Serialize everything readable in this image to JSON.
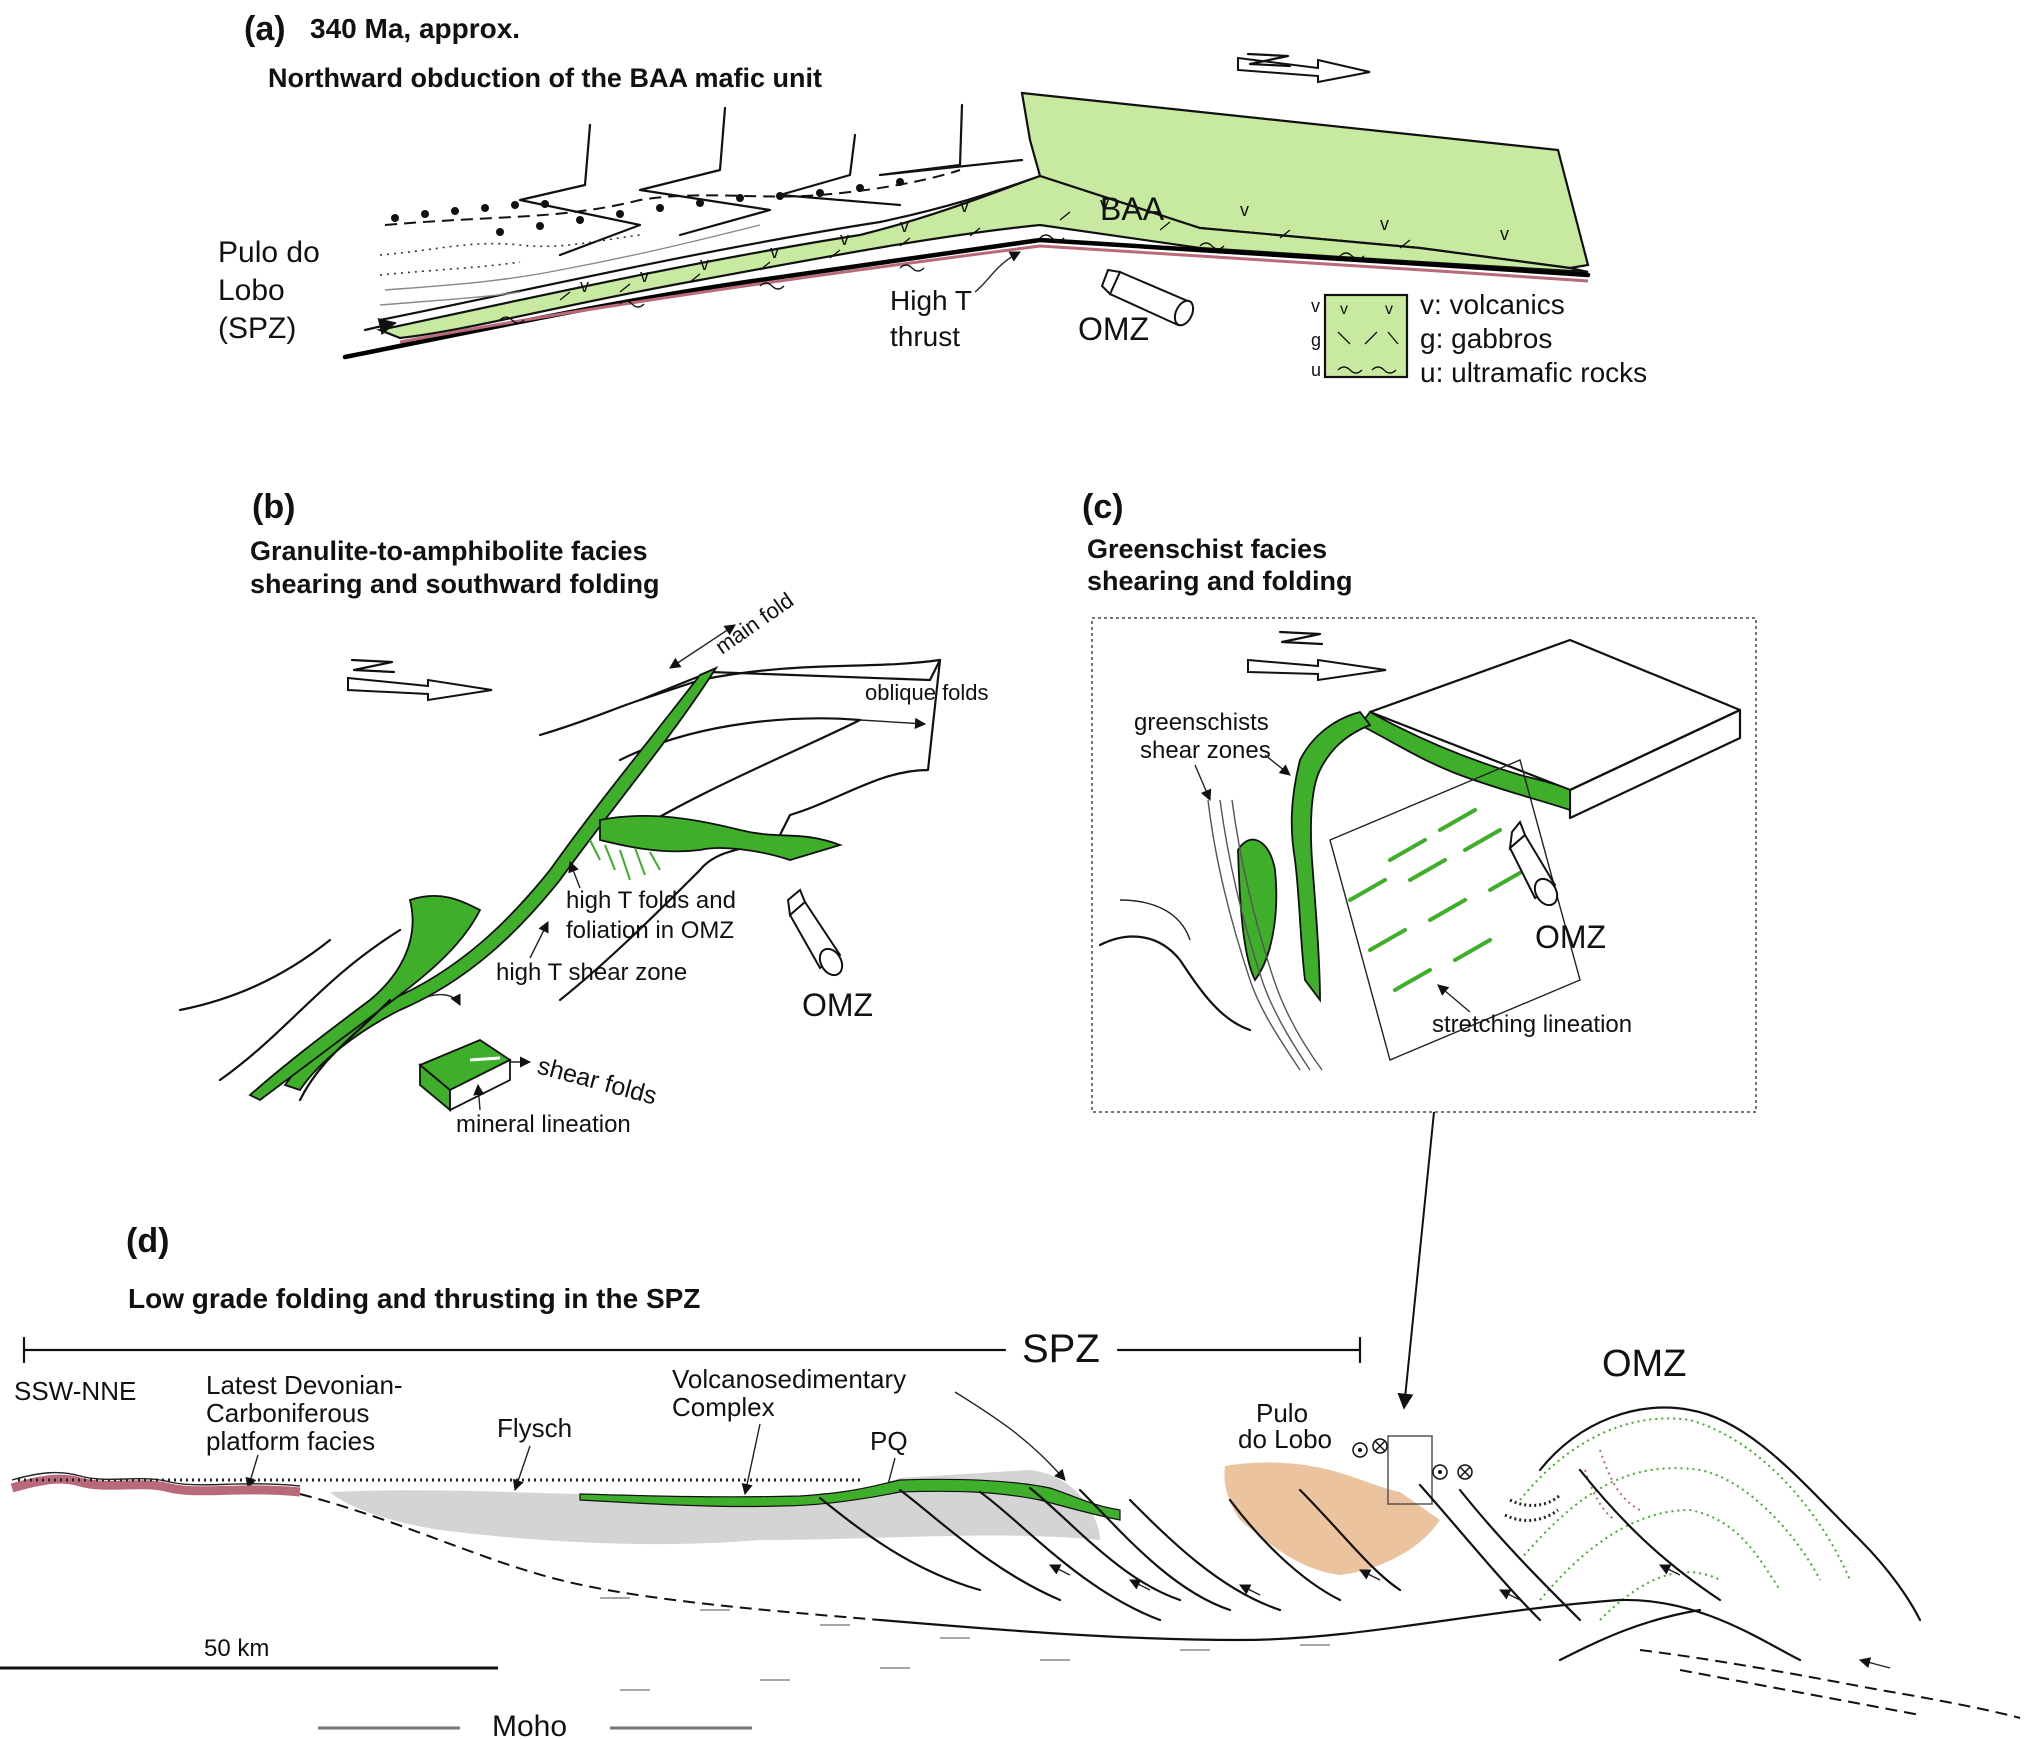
{
  "panel_a": {
    "letter": "(a)",
    "age": "340 Ma, approx.",
    "title": "Northward obduction of the BAA mafic unit",
    "label_baa": "BAA",
    "label_pulo_1": "Pulo do",
    "label_pulo_2": "Lobo",
    "label_pulo_3": "(SPZ)",
    "label_high_t_1": "High T",
    "label_high_t_2": "thrust",
    "label_omz": "OMZ",
    "legend": [
      {
        "code": "v",
        "text": "v: volcanics"
      },
      {
        "code": "g",
        "text": "g: gabbros"
      },
      {
        "code": "u",
        "text": "u: ultramafic rocks"
      }
    ]
  },
  "panel_b": {
    "letter": "(b)",
    "title_1": "Granulite-to-amphibolite facies",
    "title_2": "shearing and southward folding",
    "label_main_fold": "main fold",
    "label_oblique_folds": "oblique folds",
    "label_high_t_folds_1": "high T folds and",
    "label_high_t_folds_2": "foliation in OMZ",
    "label_shear_zone": "high T shear zone",
    "label_omz": "OMZ",
    "label_shear_folds": "shear folds",
    "label_mineral_lineation": "mineral lineation"
  },
  "panel_c": {
    "letter": "(c)",
    "title_1": "Greenschist facies",
    "title_2": "shearing and folding",
    "label_gs_1": "greenschists",
    "label_gs_2": "shear zones",
    "label_omz": "OMZ",
    "label_stretching": "stretching lineation"
  },
  "panel_d": {
    "letter": "(d)",
    "title": "Low grade folding and thrusting in the SPZ",
    "label_spz": "SPZ",
    "label_omz": "OMZ",
    "label_ssw": "SSW-NNE",
    "label_latest_1": "Latest Devonian-",
    "label_latest_2": "Carboniferous",
    "label_latest_3": "platform facies",
    "label_flysch": "Flysch",
    "label_vsc_1": "Volcanosedimentary",
    "label_vsc_2": "Complex",
    "label_pq": "PQ",
    "label_pulo_1": "Pulo",
    "label_pulo_2": "do Lobo",
    "label_scale": "50 km",
    "label_moho": "Moho"
  },
  "colors": {
    "baa_green": "#c8eaa0",
    "fold_green": "#3fae2a",
    "platform_pink": "#b86a7a",
    "pulo_orange": "#e9b98e"
  }
}
